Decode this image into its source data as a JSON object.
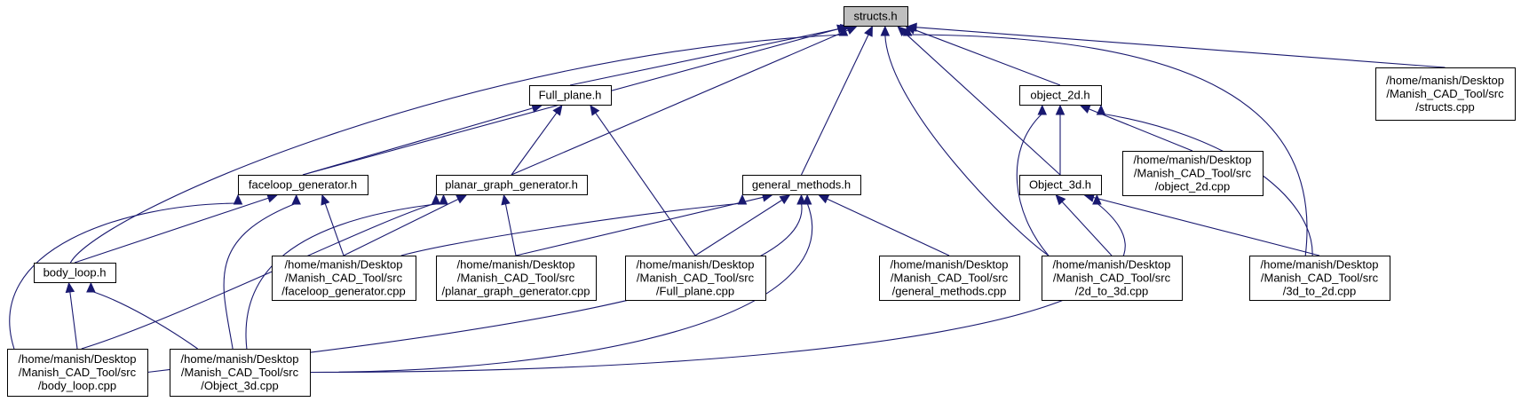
{
  "graph": {
    "kind": "include dependency graph",
    "colors": {
      "edge": "#191970",
      "root_fill": "#bfbfbf",
      "node_fill": "#ffffff",
      "border": "#000000"
    },
    "nodes": [
      {
        "id": "structs_h",
        "lines": [
          "structs.h"
        ],
        "root": true
      },
      {
        "id": "full_plane_h",
        "lines": [
          "Full_plane.h"
        ]
      },
      {
        "id": "object_2d_h",
        "lines": [
          "object_2d.h"
        ]
      },
      {
        "id": "structs_cpp",
        "lines": [
          "/home/manish/Desktop",
          "/Manish_CAD_Tool/src",
          "/structs.cpp"
        ]
      },
      {
        "id": "faceloop_h",
        "lines": [
          "faceloop_generator.h"
        ]
      },
      {
        "id": "planar_h",
        "lines": [
          "planar_graph_generator.h"
        ]
      },
      {
        "id": "general_h",
        "lines": [
          "general_methods.h"
        ]
      },
      {
        "id": "object_3d_h",
        "lines": [
          "Object_3d.h"
        ]
      },
      {
        "id": "object_2d_cpp",
        "lines": [
          "/home/manish/Desktop",
          "/Manish_CAD_Tool/src",
          "/object_2d.cpp"
        ]
      },
      {
        "id": "body_loop_h",
        "lines": [
          "body_loop.h"
        ]
      },
      {
        "id": "faceloop_cpp",
        "lines": [
          "/home/manish/Desktop",
          "/Manish_CAD_Tool/src",
          "/faceloop_generator.cpp"
        ]
      },
      {
        "id": "planar_cpp",
        "lines": [
          "/home/manish/Desktop",
          "/Manish_CAD_Tool/src",
          "/planar_graph_generator.cpp"
        ]
      },
      {
        "id": "full_plane_cpp",
        "lines": [
          "/home/manish/Desktop",
          "/Manish_CAD_Tool/src",
          "/Full_plane.cpp"
        ]
      },
      {
        "id": "general_cpp",
        "lines": [
          "/home/manish/Desktop",
          "/Manish_CAD_Tool/src",
          "/general_methods.cpp"
        ]
      },
      {
        "id": "d2_to_3d_cpp",
        "lines": [
          "/home/manish/Desktop",
          "/Manish_CAD_Tool/src",
          "/2d_to_3d.cpp"
        ]
      },
      {
        "id": "d3_to_2d_cpp",
        "lines": [
          "/home/manish/Desktop",
          "/Manish_CAD_Tool/src",
          "/3d_to_2d.cpp"
        ]
      },
      {
        "id": "body_loop_cpp",
        "lines": [
          "/home/manish/Desktop",
          "/Manish_CAD_Tool/src",
          "/body_loop.cpp"
        ]
      },
      {
        "id": "object_3d_cpp",
        "lines": [
          "/home/manish/Desktop",
          "/Manish_CAD_Tool/src",
          "/Object_3d.cpp"
        ]
      }
    ],
    "edges": [
      {
        "from": "full_plane_h",
        "to": "structs_h"
      },
      {
        "from": "object_2d_h",
        "to": "structs_h"
      },
      {
        "from": "structs_cpp",
        "to": "structs_h"
      },
      {
        "from": "faceloop_h",
        "to": "structs_h"
      },
      {
        "from": "planar_h",
        "to": "structs_h"
      },
      {
        "from": "general_h",
        "to": "structs_h"
      },
      {
        "from": "object_3d_h",
        "to": "structs_h"
      },
      {
        "from": "body_loop_h",
        "to": "structs_h"
      },
      {
        "from": "d2_to_3d_cpp",
        "to": "structs_h"
      },
      {
        "from": "d3_to_2d_cpp",
        "to": "structs_h"
      },
      {
        "from": "faceloop_h",
        "to": "full_plane_h"
      },
      {
        "from": "planar_h",
        "to": "full_plane_h"
      },
      {
        "from": "full_plane_cpp",
        "to": "full_plane_h"
      },
      {
        "from": "object_3d_h",
        "to": "object_2d_h"
      },
      {
        "from": "object_2d_cpp",
        "to": "object_2d_h"
      },
      {
        "from": "d2_to_3d_cpp",
        "to": "object_2d_h"
      },
      {
        "from": "d3_to_2d_cpp",
        "to": "object_2d_h"
      },
      {
        "from": "body_loop_h",
        "to": "faceloop_h"
      },
      {
        "from": "faceloop_cpp",
        "to": "faceloop_h"
      },
      {
        "from": "body_loop_cpp",
        "to": "faceloop_h"
      },
      {
        "from": "object_3d_cpp",
        "to": "faceloop_h"
      },
      {
        "from": "faceloop_cpp",
        "to": "planar_h"
      },
      {
        "from": "planar_cpp",
        "to": "planar_h"
      },
      {
        "from": "body_loop_cpp",
        "to": "planar_h"
      },
      {
        "from": "object_3d_cpp",
        "to": "planar_h"
      },
      {
        "from": "faceloop_cpp",
        "to": "general_h"
      },
      {
        "from": "planar_cpp",
        "to": "general_h"
      },
      {
        "from": "full_plane_cpp",
        "to": "general_h"
      },
      {
        "from": "general_cpp",
        "to": "general_h"
      },
      {
        "from": "body_loop_cpp",
        "to": "general_h"
      },
      {
        "from": "object_3d_cpp",
        "to": "general_h"
      },
      {
        "from": "d2_to_3d_cpp",
        "to": "object_3d_h"
      },
      {
        "from": "d3_to_2d_cpp",
        "to": "object_3d_h"
      },
      {
        "from": "object_3d_cpp",
        "to": "object_3d_h"
      },
      {
        "from": "body_loop_cpp",
        "to": "body_loop_h"
      },
      {
        "from": "object_3d_cpp",
        "to": "body_loop_h"
      }
    ]
  }
}
